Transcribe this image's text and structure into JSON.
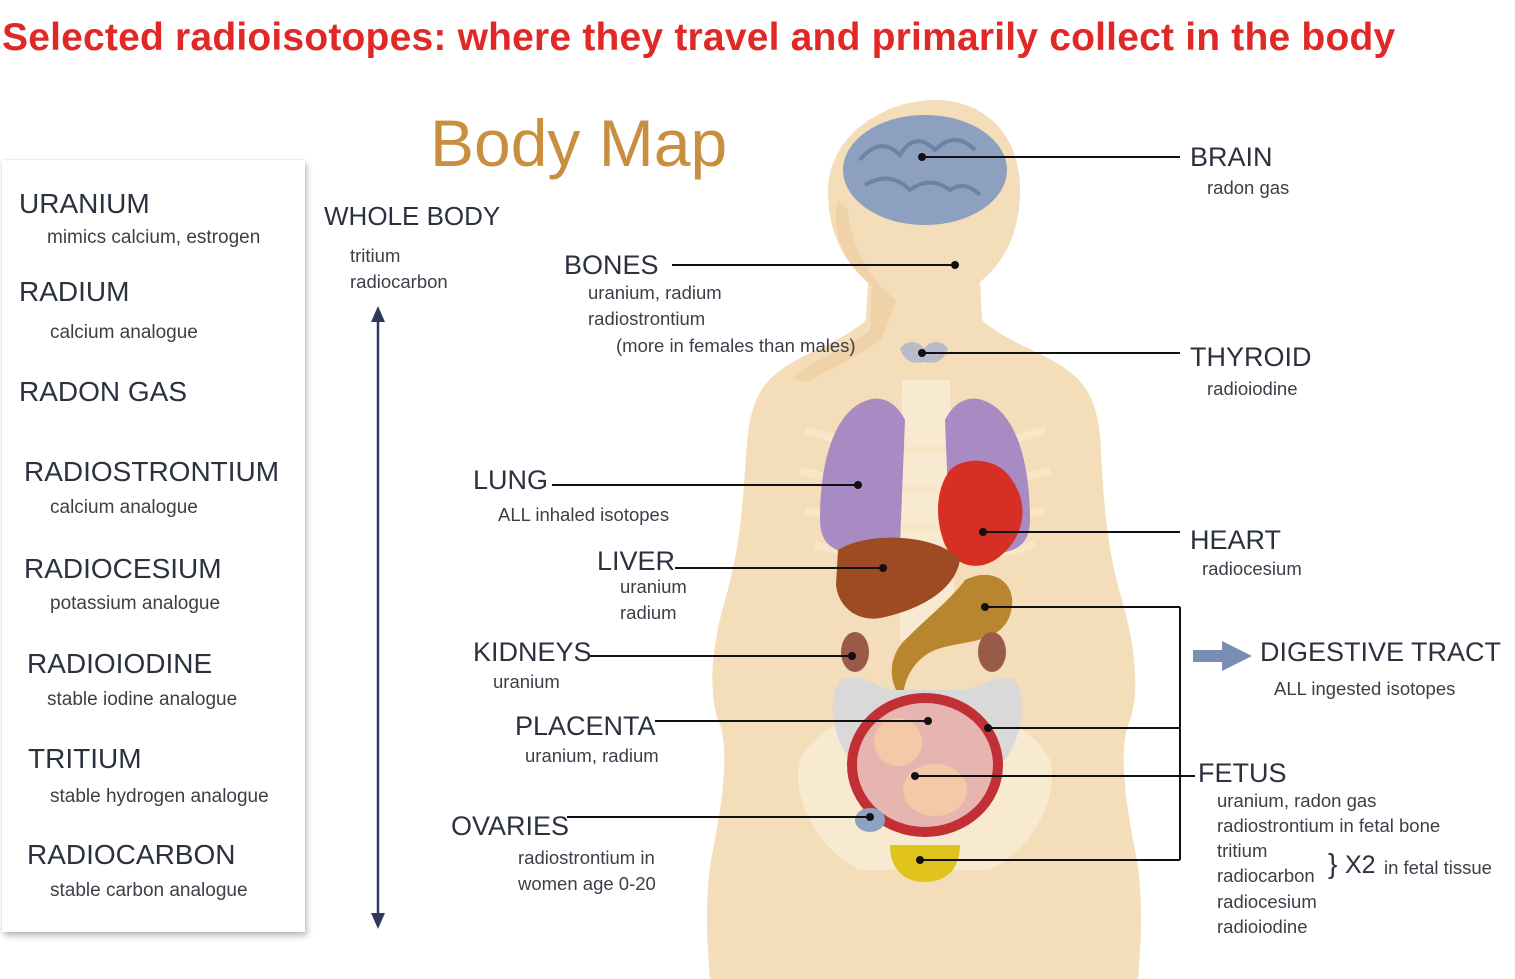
{
  "title": "Selected radioisotopes: where they travel and primarily collect in the body",
  "diagram_title": "Body Map",
  "colors": {
    "title": "#e02826",
    "diagram_title": "#c98f3f",
    "arrow": "#2f3a5a",
    "digestive_arrow": "#7a8db4"
  },
  "isotopes": [
    {
      "name": "URANIUM",
      "desc": "mimics calcium, estrogen"
    },
    {
      "name": "RADIUM",
      "desc": "calcium analogue"
    },
    {
      "name": "RADON GAS",
      "desc": ""
    },
    {
      "name": "RADIOSTRONTIUM",
      "desc": "calcium analogue"
    },
    {
      "name": "RADIOCESIUM",
      "desc": "potassium analogue"
    },
    {
      "name": "RADIOIODINE",
      "desc": "stable iodine analogue"
    },
    {
      "name": "TRITIUM",
      "desc": "stable hydrogen analogue"
    },
    {
      "name": "RADIOCARBON",
      "desc": "stable carbon analogue"
    }
  ],
  "whole_body": {
    "label": "WHOLE BODY",
    "items": [
      "tritium",
      "radiocarbon"
    ]
  },
  "organs_left": {
    "bones": {
      "label": "BONES",
      "lines": [
        "uranium, radium",
        "radiostrontium",
        "(more in females than males)"
      ]
    },
    "lung": {
      "label": "LUNG",
      "lines": [
        "ALL inhaled isotopes"
      ]
    },
    "liver": {
      "label": "LIVER",
      "lines": [
        "uranium",
        "radium"
      ]
    },
    "kidneys": {
      "label": "KIDNEYS",
      "lines": [
        "uranium"
      ]
    },
    "placenta": {
      "label": "PLACENTA",
      "lines": [
        "uranium, radium"
      ]
    },
    "ovaries": {
      "label": "OVARIES",
      "lines": [
        "radiostrontium in",
        "women age 0-20"
      ]
    }
  },
  "organs_right": {
    "brain": {
      "label": "BRAIN",
      "lines": [
        "radon gas"
      ]
    },
    "thyroid": {
      "label": "THYROID",
      "lines": [
        "radioiodine"
      ]
    },
    "heart": {
      "label": "HEART",
      "lines": [
        "radiocesium"
      ]
    },
    "digestive": {
      "label": "DIGESTIVE TRACT",
      "lines": [
        "ALL ingested isotopes"
      ]
    },
    "fetus": {
      "label": "FETUS",
      "lines": [
        "uranium, radon gas",
        "radiostrontium in fetal bone",
        "tritium",
        "radiocarbon",
        "radiocesium",
        "radioiodine"
      ],
      "brace": "}",
      "multiplier": "X2",
      "multiplier_note": "in fetal tissue"
    }
  }
}
